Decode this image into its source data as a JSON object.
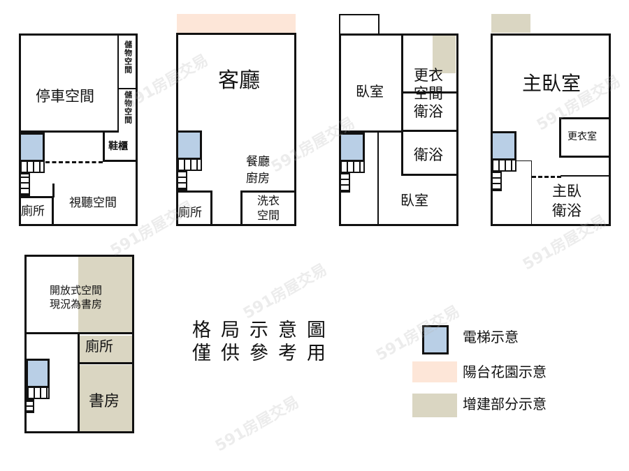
{
  "floors": [
    {
      "id": "floor1",
      "rooms": {
        "parking": "停車空間",
        "storage_top": "儲物空間",
        "storage_bottom": "儲物空間",
        "shoe_cabinet": "鞋櫃",
        "av_room": "視聽空間",
        "toilet": "廁所"
      }
    },
    {
      "id": "floor2",
      "rooms": {
        "living_room": "客廳",
        "dining_kitchen_line1": "餐廳",
        "dining_kitchen_line2": "廚房",
        "toilet": "廁所",
        "laundry_line1": "洗衣",
        "laundry_line2": "空間"
      }
    },
    {
      "id": "floor3",
      "rooms": {
        "bedroom_top": "臥室",
        "dressing_line1": "更衣",
        "dressing_line2": "空間",
        "bath_1": "衛浴",
        "bath_2": "衛浴",
        "bedroom_bottom": "臥室"
      }
    },
    {
      "id": "floor4",
      "rooms": {
        "master_bedroom": "主臥室",
        "walk_in_closet": "更衣室",
        "master_bath_line1": "主臥",
        "master_bath_line2": "衛浴"
      }
    },
    {
      "id": "floor5",
      "rooms": {
        "open_space_line1": "開放式空間",
        "open_space_line2": "現況為書房",
        "toilet": "廁所",
        "study": "書房"
      }
    }
  ],
  "notice": {
    "line1": "格局示意圖",
    "line2": "僅供參考用"
  },
  "legend": [
    {
      "key": "elevator",
      "label": "電梯示意",
      "color": "#b9cfe6"
    },
    {
      "key": "balcony_garden",
      "label": "陽台花園示意",
      "color": "#fde6d8"
    },
    {
      "key": "addition",
      "label": "增建部分示意",
      "color": "#dad6c2"
    }
  ],
  "watermark": "591房屋交易"
}
